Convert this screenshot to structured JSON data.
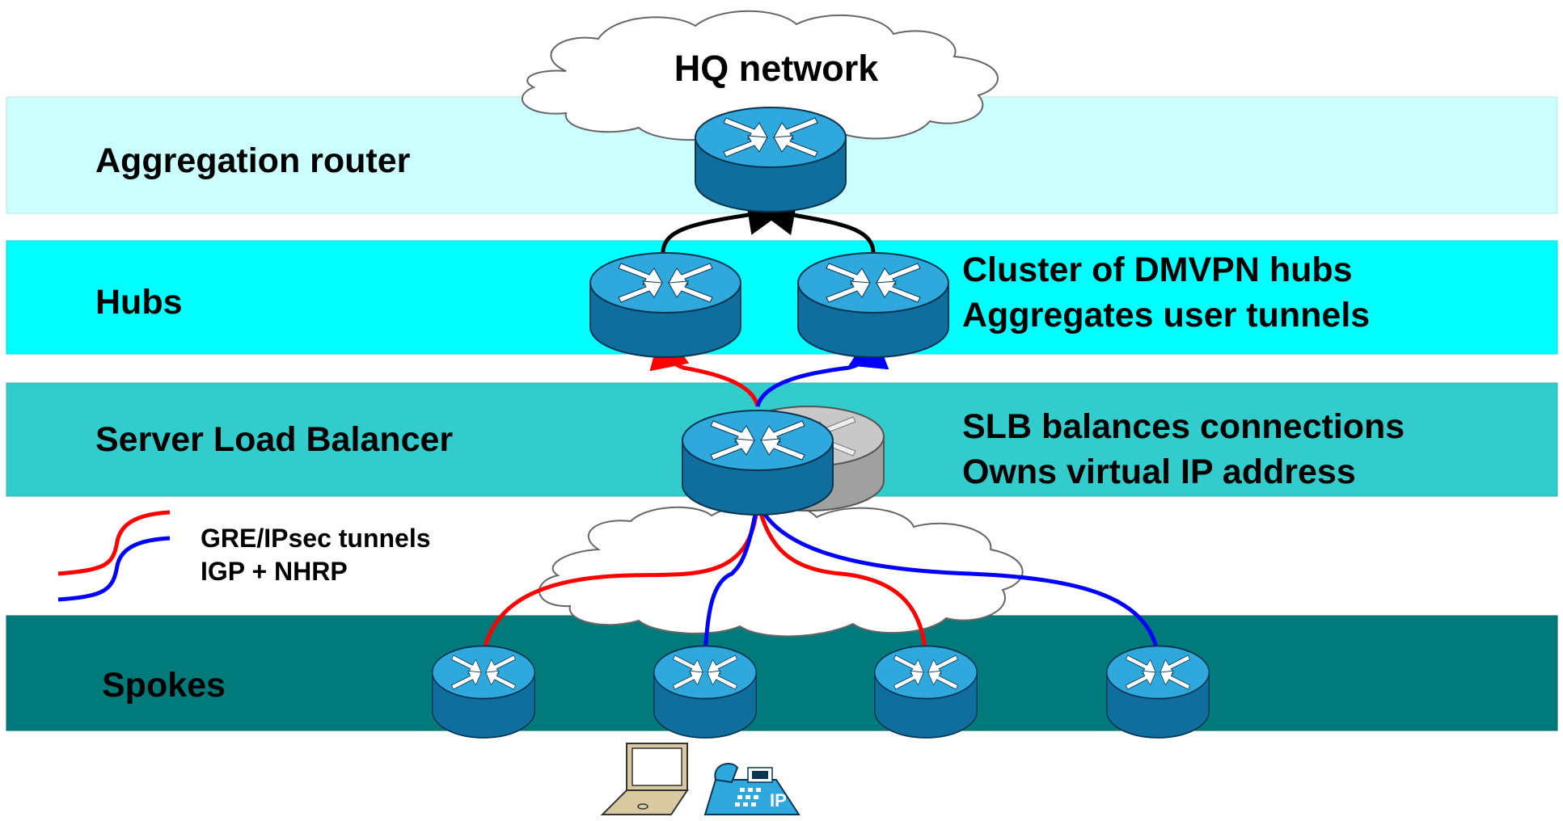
{
  "cloud": {
    "title": "HQ network"
  },
  "tiers": [
    {
      "label": "Aggregation router",
      "color": "#ccffff"
    },
    {
      "label": "Hubs",
      "color": "#00ffff"
    },
    {
      "label": "Server Load Balancer",
      "color": "#33cccc"
    },
    {
      "label": "Spokes",
      "color": "#007a7a"
    }
  ],
  "hub_description": [
    "Cluster of DMVPN hubs",
    "Aggregates user tunnels"
  ],
  "slb_description": [
    "SLB balances connections",
    "Owns virtual IP address"
  ],
  "legend": {
    "items": [
      {
        "label": "GRE/IPsec tunnels",
        "color": "#ff0000"
      },
      {
        "label": "IGP + NHRP",
        "color": "#0000ff"
      }
    ]
  },
  "colors": {
    "router_top": "#2ea8dd",
    "router_side": "#0f6e9e",
    "standby_router": "#b8b8b8",
    "tunnel_red": "#ff0000",
    "tunnel_blue": "#0000ff",
    "link_black": "#000000"
  },
  "endpoint_icons": [
    "laptop-icon",
    "ip-phone-icon"
  ],
  "phone_label": "IP"
}
